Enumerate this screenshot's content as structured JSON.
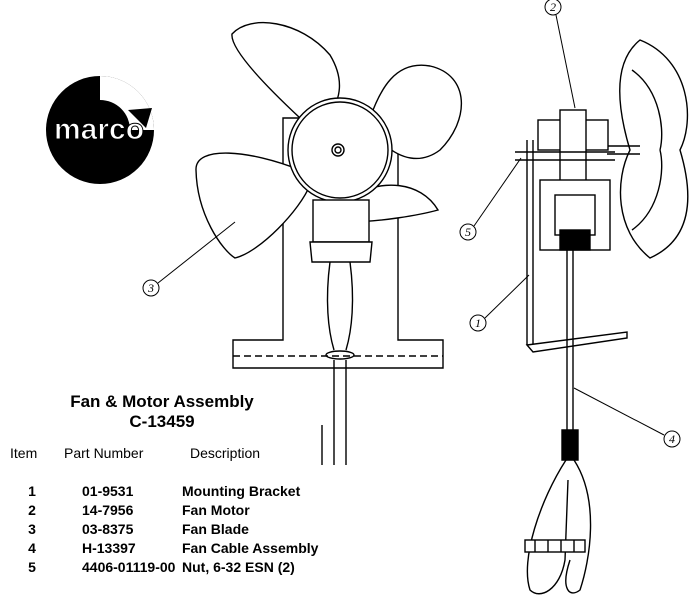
{
  "logo": {
    "text": "marco"
  },
  "title": {
    "line1": "Fan & Motor Assembly",
    "line2": "C-13459"
  },
  "table": {
    "headers": {
      "item": "Item",
      "part": "Part Number",
      "desc": "Description"
    },
    "rows": [
      {
        "item": "1",
        "part": "01-9531",
        "desc": "Mounting Bracket"
      },
      {
        "item": "2",
        "part": "14-7956",
        "desc": "Fan Motor"
      },
      {
        "item": "3",
        "part": "03-8375",
        "desc": "Fan Blade"
      },
      {
        "item": "4",
        "part": "H-13397",
        "desc": "Fan Cable Assembly"
      },
      {
        "item": "5",
        "part": "4406-01119-00",
        "desc": "Nut, 6-32 ESN (2)"
      }
    ]
  },
  "callouts": [
    "1",
    "2",
    "3",
    "4",
    "5"
  ]
}
